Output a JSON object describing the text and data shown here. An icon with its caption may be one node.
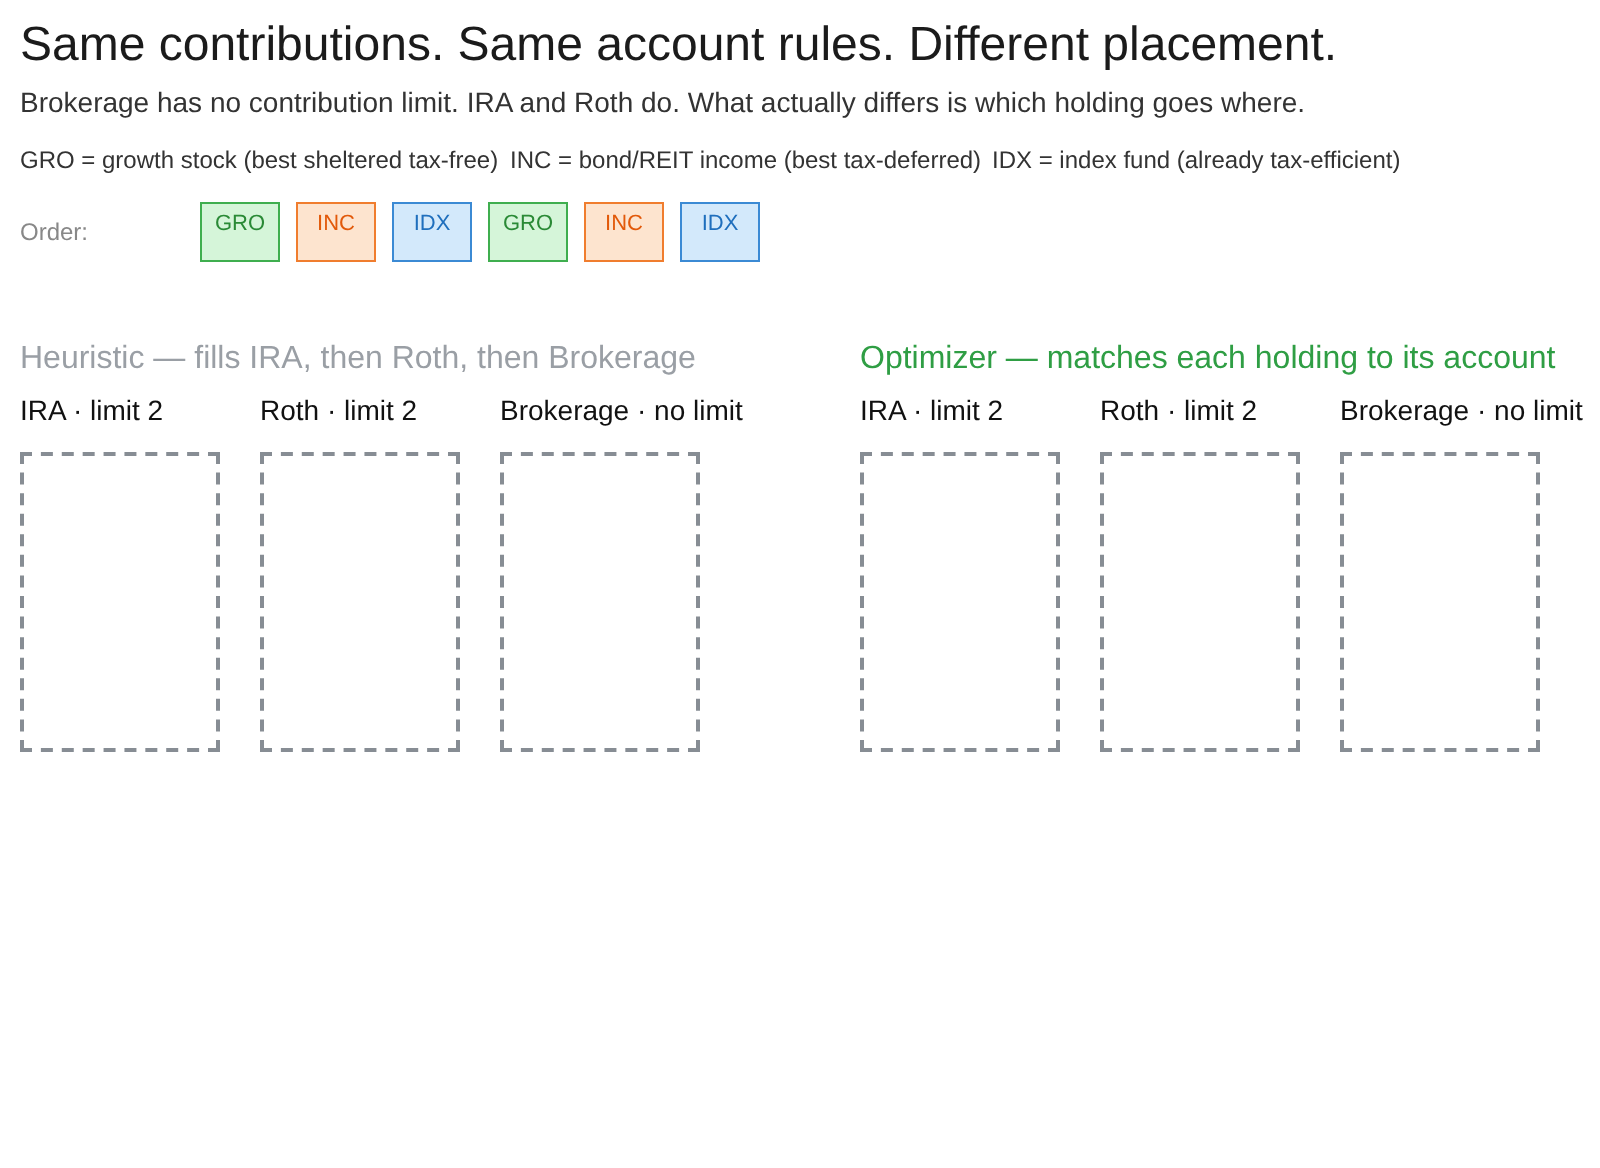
{
  "diagram": {
    "title": "Same contributions. Same account rules. Different placement.",
    "nodes": [
      {
        "text": [
          "GRO"
        ]
      },
      {
        "text": [
          "INC"
        ]
      },
      {
        "text": [
          "IDX"
        ]
      },
      {
        "text": [
          "GRO"
        ]
      },
      {
        "text": [
          "INC"
        ]
      },
      {
        "text": [
          "IDX"
        ]
      },
      {
        "text": [
          "IRA · limit 2"
        ]
      },
      {
        "text": [
          "Roth · limit 2"
        ]
      },
      {
        "text": [
          "Brokerage · no limit"
        ]
      },
      {
        "text": [
          "IRA · limit 2"
        ]
      },
      {
        "text": [
          "Roth · limit 2"
        ]
      },
      {
        "text": [
          "Brokerage · no limit"
        ]
      }
    ],
    "edges": [],
    "labels": [
      "Brokerage has no contribution limit. IRA and Roth do. What actually differs is which holding goes where.",
      "GRO = growth stock (best sheltered tax-free)",
      "INC = bond/REIT income (best tax-deferred)",
      "IDX = index fund (already tax-efficient)",
      "Order:",
      "Heuristic — fills IRA, then Roth, then Brokerage",
      "Optimizer — matches each holding to its account"
    ]
  }
}
